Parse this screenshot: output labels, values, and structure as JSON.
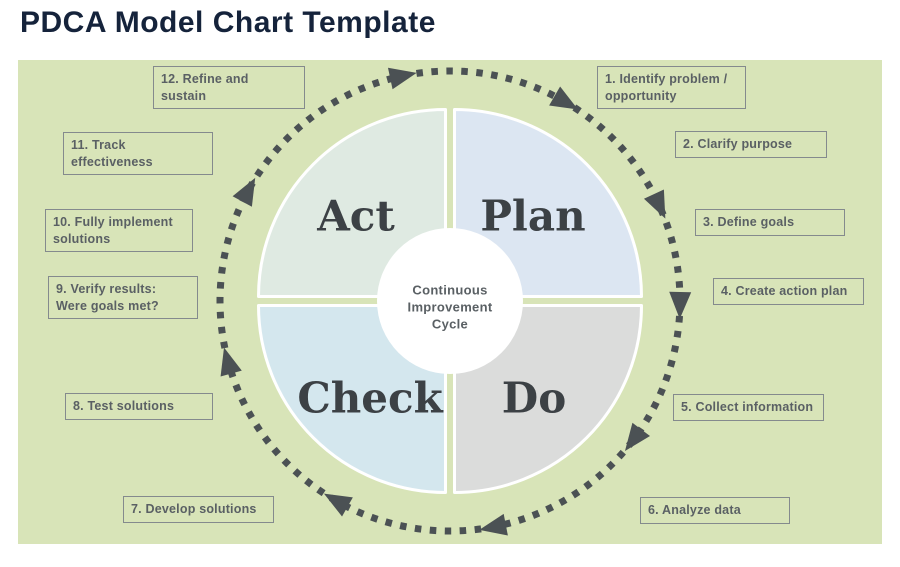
{
  "title": "PDCA Model Chart Template",
  "diagram": {
    "center_label": "Continuous\nImprovement\nCycle",
    "quadrants": [
      {
        "id": "plan",
        "label": "Plan",
        "color": "#dce6f2"
      },
      {
        "id": "do",
        "label": "Do",
        "color": "#dbdcdb"
      },
      {
        "id": "check",
        "label": "Check",
        "color": "#d4e7ee"
      },
      {
        "id": "act",
        "label": "Act",
        "color": "#dfeae2"
      }
    ],
    "steps": [
      {
        "label": "1. Identify problem / opportunity"
      },
      {
        "label": "2. Clarify purpose"
      },
      {
        "label": "3. Define goals"
      },
      {
        "label": "4. Create action plan"
      },
      {
        "label": "5. Collect information"
      },
      {
        "label": "6. Analyze data"
      },
      {
        "label": "7. Develop solutions"
      },
      {
        "label": "8. Test solutions"
      },
      {
        "label": "9. Verify results: Were goals met?"
      },
      {
        "label": "10. Fully implement solutions"
      },
      {
        "label": "11. Track effectiveness"
      },
      {
        "label": "12. Refine and sustain"
      }
    ]
  },
  "colors": {
    "panel_background": "#d8e4b8",
    "title_text": "#15233b",
    "cycle_ring": "#4b5154",
    "step_text": "#5a6064",
    "step_border": "#848a8d",
    "quadrant_label_text": "#3c4145",
    "center_circle": "#ffffff"
  }
}
